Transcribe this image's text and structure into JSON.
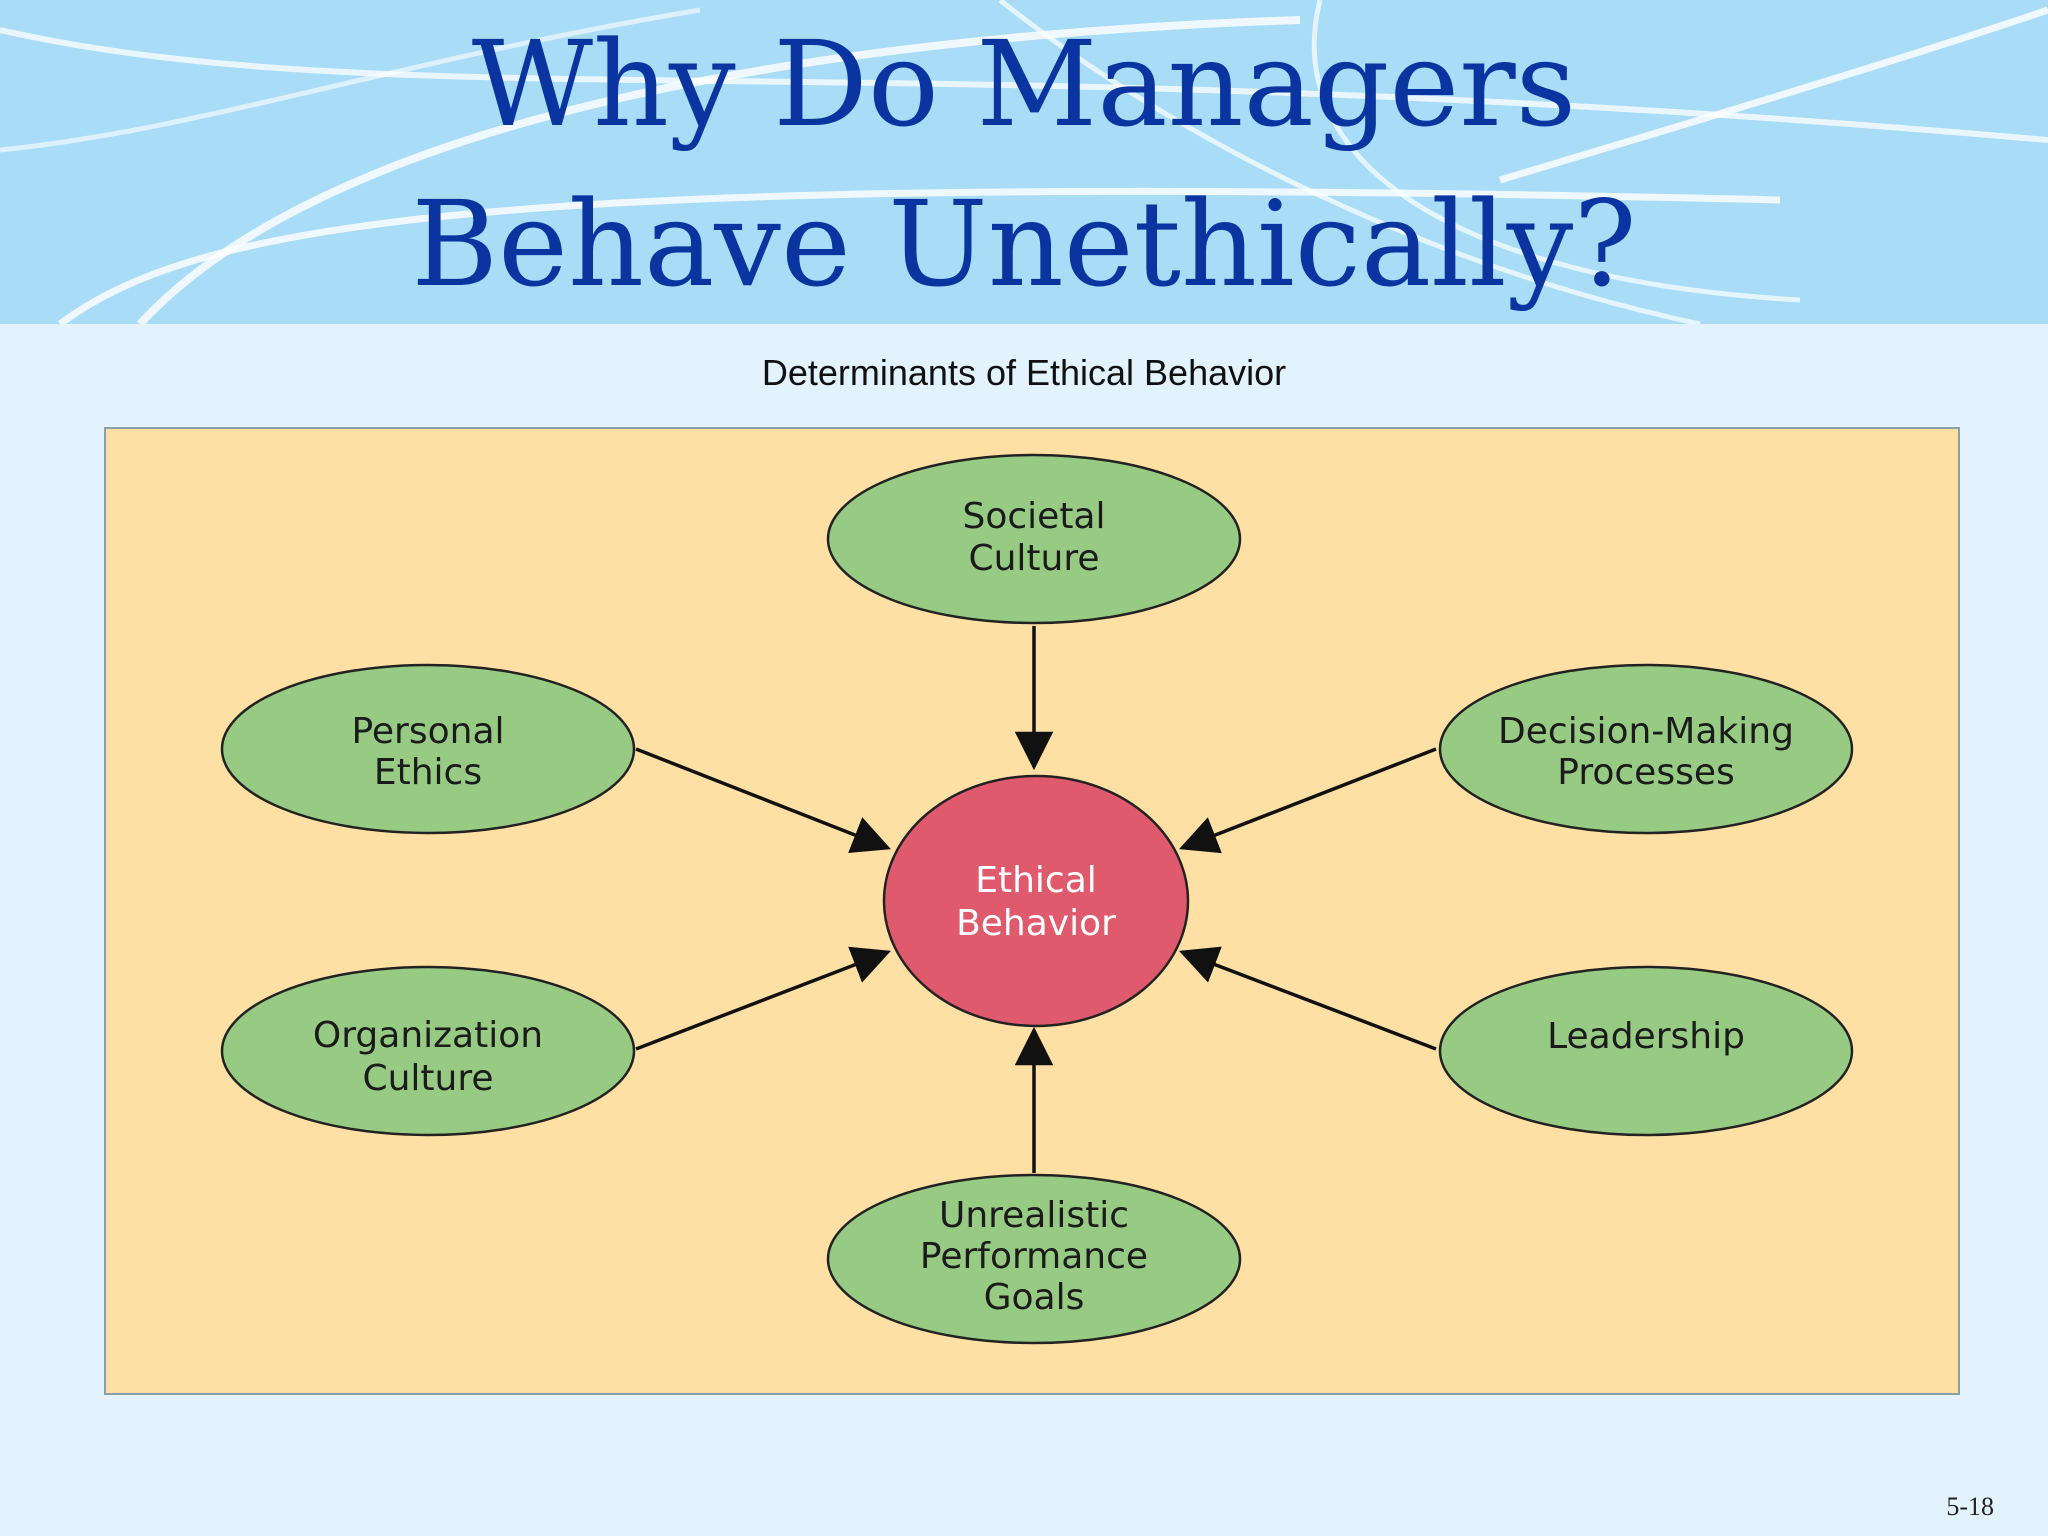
{
  "slide": {
    "title_line1": "Why Do Managers",
    "title_line2": "Behave Unethically?",
    "subtitle": "Determinants of Ethical Behavior",
    "page_number": "5-18"
  },
  "diagram": {
    "center": {
      "line1": "Ethical",
      "line2": "Behavior"
    },
    "nodes": {
      "societal": {
        "line1": "Societal",
        "line2": "Culture"
      },
      "personal": {
        "line1": "Personal",
        "line2": "Ethics"
      },
      "decision": {
        "line1": "Decision-Making",
        "line2": "Processes"
      },
      "organization": {
        "line1": "Organization",
        "line2": "Culture"
      },
      "leadership": {
        "line1": "Leadership"
      },
      "goals": {
        "line1": "Unrealistic",
        "line2": "Performance",
        "line3": "Goals"
      }
    },
    "colors": {
      "node_fill": "#97cb83",
      "center_fill": "#e05a6e",
      "panel_fill": "#fee0a5",
      "title_color": "#0a34a0"
    }
  }
}
